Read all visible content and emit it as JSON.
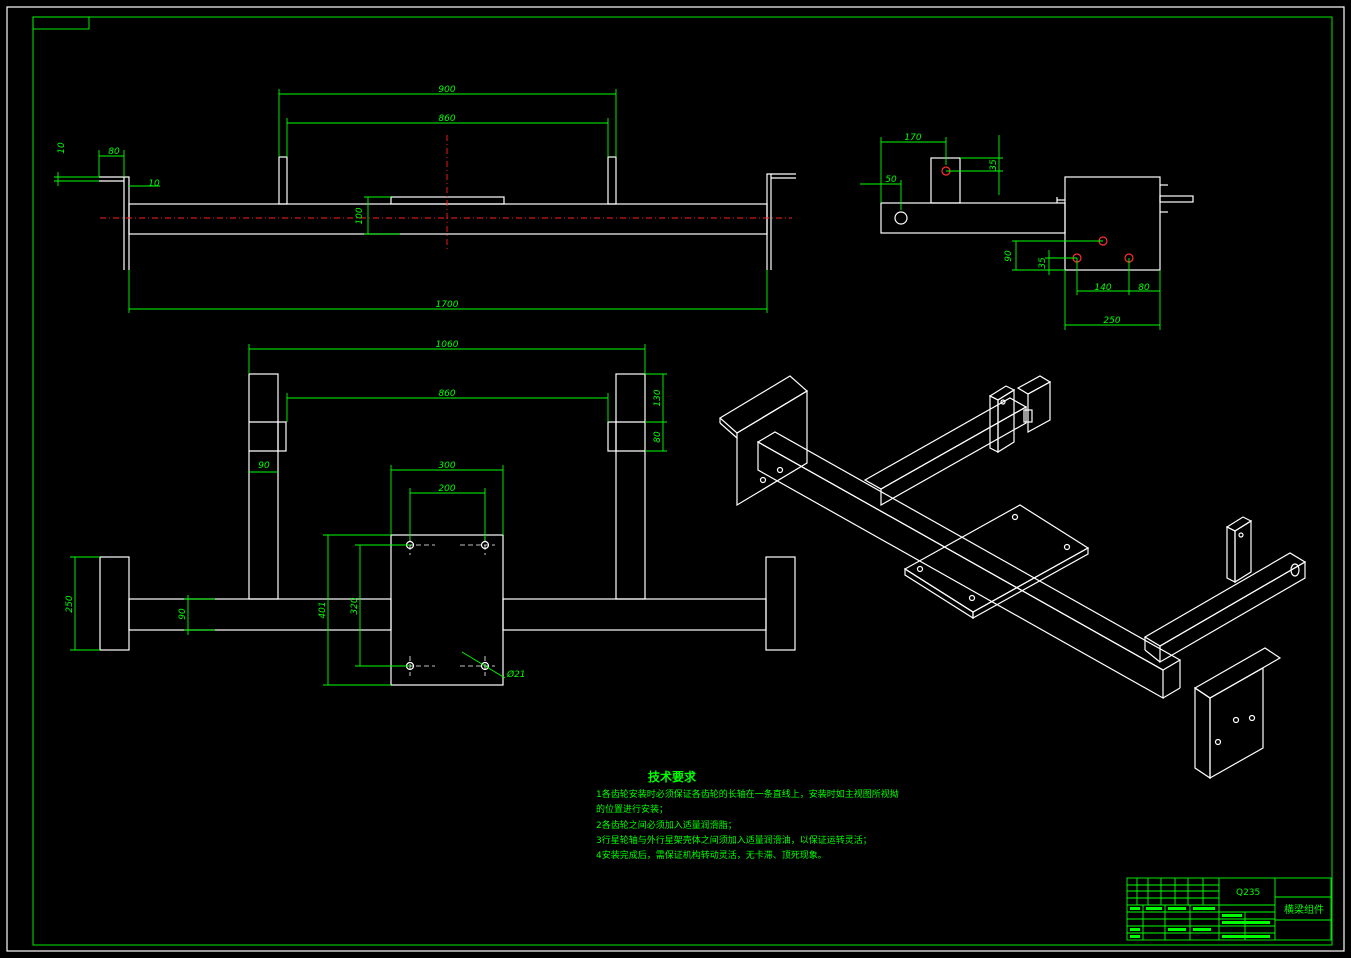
{
  "notes": {
    "title": "技术要求",
    "lines": [
      "1各齿轮安装时必须保证各齿轮的长轴在一条直线上，安装时如主视图所视拗",
      "的位置进行安装；",
      "2各齿轮之间必须加入适量润滑脂；",
      "3行星轮轴与外行星架壳体之间须加入适量润滑油，以保证运转灵活；",
      "4安装完成后，需保证机构转动灵活，无卡滞、顶死现象。"
    ]
  },
  "title_block": {
    "material": "Q235",
    "part_name": "横梁组件"
  },
  "dims": {
    "front": {
      "d900": "900",
      "d860": "860",
      "d10a": "10",
      "d80": "80",
      "d10b": "10",
      "d100": "100",
      "d1700": "1700"
    },
    "side": {
      "d170": "170",
      "d35a": "35",
      "d50": "50",
      "d90": "90",
      "d35b": "35",
      "d140": "140",
      "d80": "80",
      "d250": "250"
    },
    "top": {
      "d1060": "1060",
      "d860": "860",
      "d130": "130",
      "d80": "80",
      "d90a": "90",
      "d300": "300",
      "d200": "200",
      "d250": "250",
      "d90b": "90",
      "d401": "401",
      "d320": "320",
      "d21": "Ø21"
    }
  }
}
